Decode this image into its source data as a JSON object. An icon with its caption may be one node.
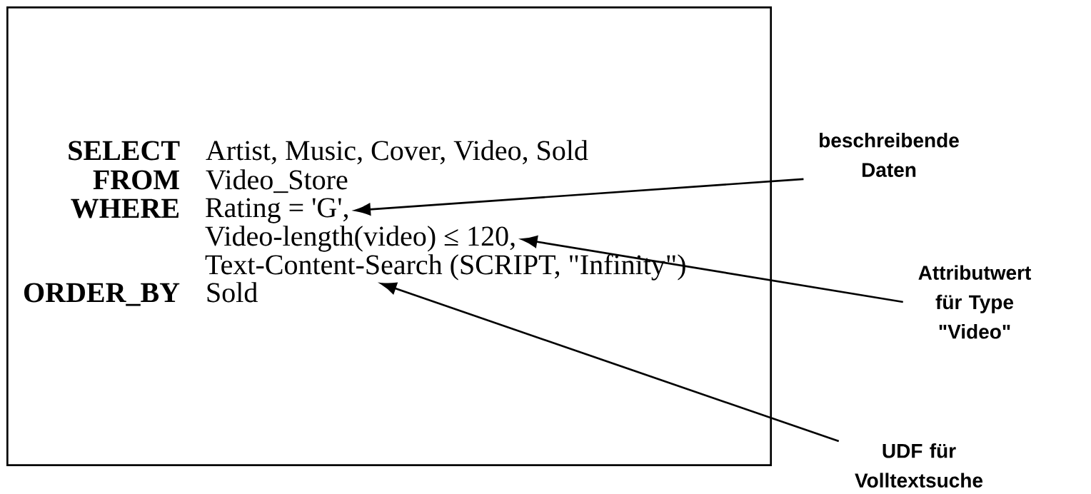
{
  "diagram": {
    "nodes": [
      {
        "text": [],
        "shape": "box"
      },
      {
        "text": [
          "Rating = 'G',"
        ],
        "in": 0
      },
      {
        "text": [
          "Video-length(video) ≤ 120,"
        ],
        "in": 0
      },
      {
        "text": [
          "Text-Content-Search (SCRIPT, \"Infinity\")"
        ],
        "in": 0
      },
      {
        "text": [
          "beschreibende Daten"
        ]
      },
      {
        "text": [
          "Attributwert für Type \"Video\""
        ]
      },
      {
        "text": [
          "UDF für Volltextsuche"
        ]
      }
    ],
    "edges": [
      {
        "from": 4,
        "to": 1,
        "arrow": "to"
      },
      {
        "from": 5,
        "to": 2,
        "arrow": "to"
      },
      {
        "from": 6,
        "to": 3,
        "arrow": "to"
      }
    ],
    "labels": [
      "SELECT",
      "Artist, Music, Cover, Video, Sold",
      "FROM",
      "Video_Store",
      "WHERE",
      "ORDER_BY",
      "Sold"
    ]
  }
}
